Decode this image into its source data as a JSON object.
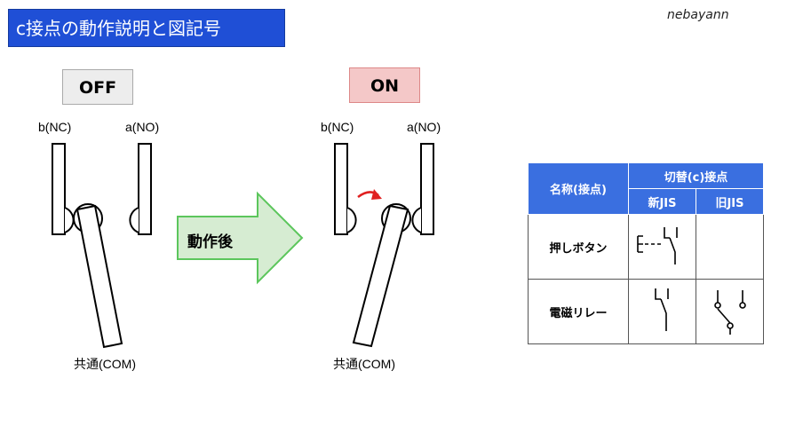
{
  "header": {
    "title": "c接点の動作説明と図記号",
    "author": "nebayann"
  },
  "off_panel": {
    "state": "OFF",
    "nc_label": "b(NC)",
    "no_label": "a(NO)",
    "com_label": "共通(COM)"
  },
  "transition": {
    "label": "動作後"
  },
  "on_panel": {
    "state": "ON",
    "nc_label": "b(NC)",
    "no_label": "a(NO)",
    "com_label": "共通(COM)"
  },
  "table": {
    "header_name": "名称(接点)",
    "header_group": "切替(c)接点",
    "col_new": "新JIS",
    "col_old": "旧JIS",
    "rows": [
      {
        "name": "押しボタン"
      },
      {
        "name": "電磁リレー"
      }
    ]
  },
  "colors": {
    "title_bg": "#1f4fd6",
    "table_header": "#3a6fe0",
    "arrow_fill": "#d6ecd2",
    "arrow_stroke": "#5cc65c",
    "motion_arrow": "#e02020",
    "on_bg": "#f4c8c8",
    "off_bg": "#ededed"
  }
}
